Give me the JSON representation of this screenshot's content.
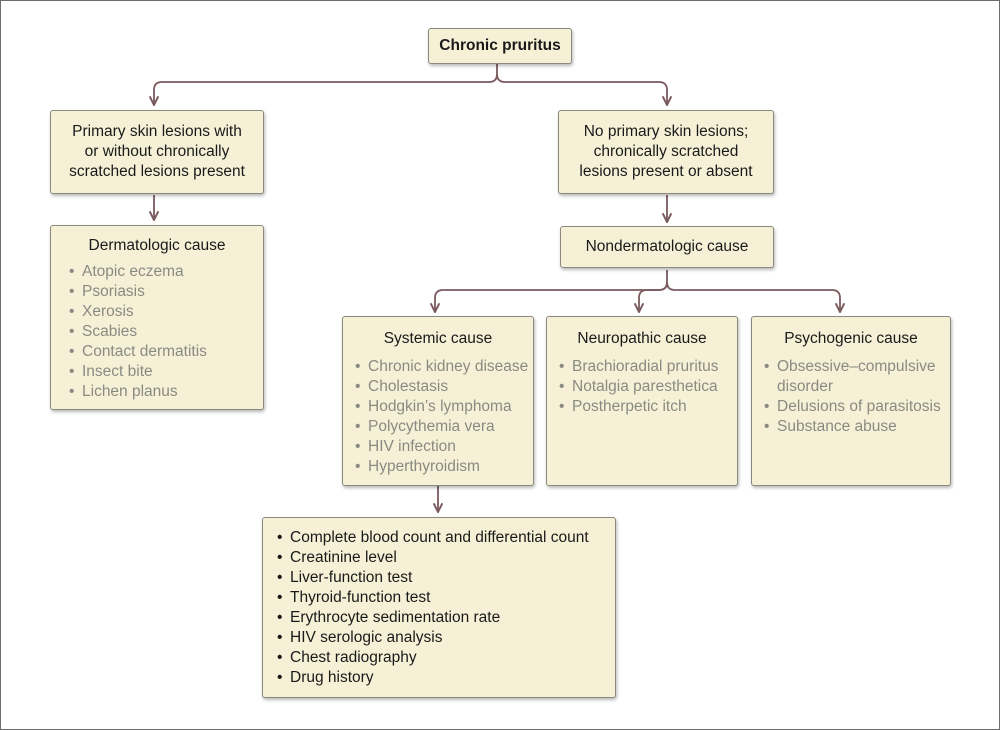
{
  "root": {
    "label": "Chronic pruritus"
  },
  "branch_left": {
    "label": "Primary skin lesions with\nor without chronically\nscratched lesions present"
  },
  "branch_right": {
    "label": "No primary skin lesions;\nchronically scratched\nlesions present or absent"
  },
  "dermatologic": {
    "title": "Dermatologic cause",
    "items": [
      "Atopic eczema",
      "Psoriasis",
      "Xerosis",
      "Scabies",
      "Contact dermatitis",
      "Insect bite",
      "Lichen planus"
    ]
  },
  "nondermatologic": {
    "label": "Nondermatologic cause"
  },
  "systemic": {
    "title": "Systemic cause",
    "items": [
      "Chronic kidney disease",
      "Cholestasis",
      "Hodgkin’s lymphoma",
      "Polycythemia vera",
      "HIV infection",
      "Hyperthyroidism"
    ]
  },
  "neuropathic": {
    "title": "Neuropathic cause",
    "items": [
      "Brachioradial pruritus",
      "Notalgia paresthetica",
      "Postherpetic itch"
    ]
  },
  "psychogenic": {
    "title": "Psychogenic cause",
    "items": [
      "Obsessive–compulsive\ndisorder",
      "Delusions of parasitosis",
      "Substance abuse"
    ]
  },
  "workup": {
    "items": [
      "Complete blood count and differential count",
      "Creatinine level",
      "Liver-function test",
      "Thyroid-function test",
      "Erythrocyte sedimentation rate",
      "HIV serologic analysis",
      "Chest radiography",
      "Drug history"
    ]
  },
  "colors": {
    "box_fill": "#f6f1d6",
    "connector": "#7a5a5e",
    "muted_text": "#8a8a82"
  }
}
